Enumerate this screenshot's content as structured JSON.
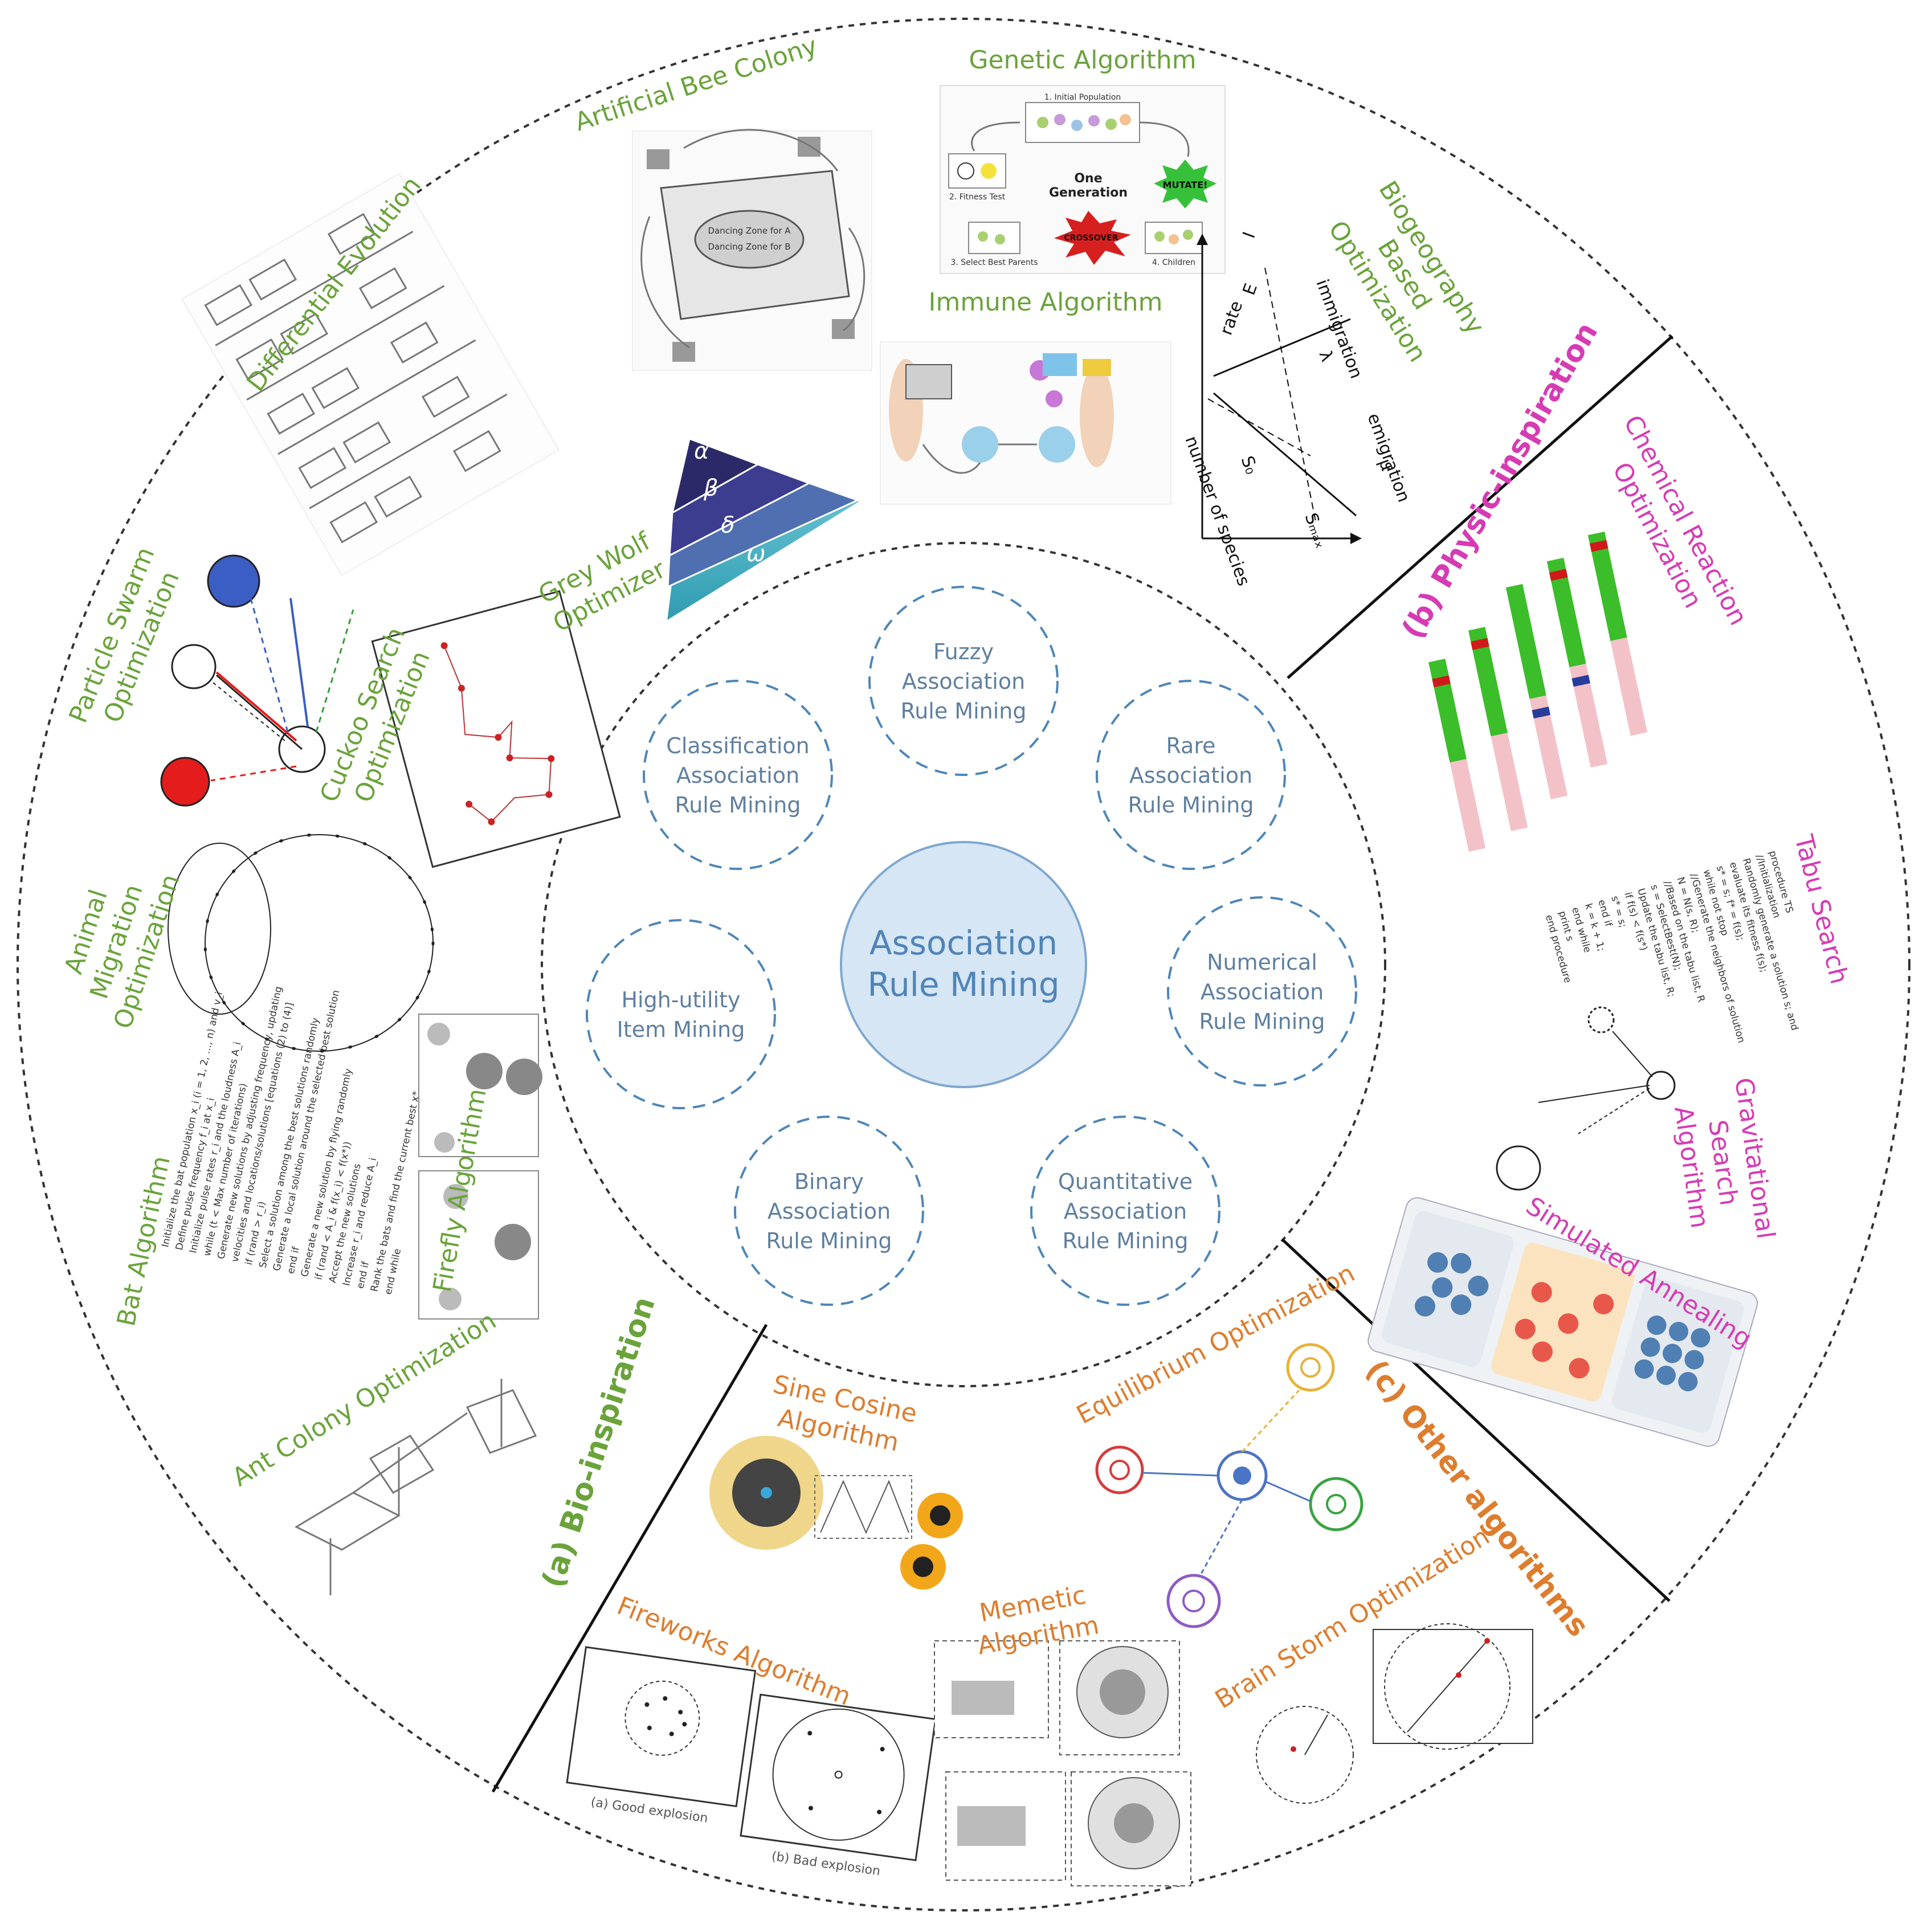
{
  "center": {
    "line1": "Association",
    "line2": "Rule Mining"
  },
  "types": [
    {
      "id": "fuzzy",
      "lines": [
        "Fuzzy",
        "Association",
        "Rule Mining"
      ]
    },
    {
      "id": "rare",
      "lines": [
        "Rare",
        "Association",
        "Rule Mining"
      ]
    },
    {
      "id": "numerical",
      "lines": [
        "Numerical",
        "Association",
        "Rule Mining"
      ]
    },
    {
      "id": "quantitative",
      "lines": [
        "Quantitative",
        "Association",
        "Rule Mining"
      ]
    },
    {
      "id": "binary",
      "lines": [
        "Binary",
        "Association",
        "Rule Mining"
      ]
    },
    {
      "id": "high-utility",
      "lines": [
        "High-utility",
        "Item Mining"
      ]
    },
    {
      "id": "classification",
      "lines": [
        "Classification",
        "Association",
        "Rule Mining"
      ]
    }
  ],
  "categories": {
    "bio": "(a) Bio-inspiration",
    "physic": "(b) Physic-inspiration",
    "other": "(c) Other algorithms"
  },
  "bio_algorithms": {
    "abc": "Artificial Bee Colony",
    "ga": "Genetic Algorithm",
    "immune": "Immune Algorithm",
    "bbo": [
      "Biogeography",
      "Based",
      "Optimization"
    ],
    "de": "Differential Evolution",
    "gwo": [
      "Grey Wolf",
      "Optimizer"
    ],
    "pso": [
      "Particle Swarm",
      "Optimization"
    ],
    "cuckoo": [
      "Cuckoo Search",
      "Optimization"
    ],
    "ami": [
      "Animal",
      "Migration",
      "Optimization"
    ],
    "bat": "Bat Algorithm",
    "firefly": "Firefly Algorithm",
    "aco": "Ant Colony Optimization"
  },
  "physic_algorithms": {
    "cro": [
      "Chemical Reaction",
      "Optimization"
    ],
    "tabu": "Tabu Search",
    "gsa": [
      "Gravitational",
      "Search",
      "Algorithm"
    ],
    "sa": "Simulated Annealing"
  },
  "other_algorithms": {
    "sca": [
      "Sine Cosine",
      "Algorithm"
    ],
    "eo": "Equilibrium Optimization",
    "fireworks": "Fireworks Algorithm",
    "memetic": [
      "Memetic",
      "Algorithm"
    ],
    "bso": "Brain Storm Optimization"
  },
  "figure_labels": {
    "ga_one_generation": [
      "One",
      "Generation"
    ],
    "ga_mutate": "MUTATE!",
    "ga_crossover": "CROSSOVER",
    "ga_initial": "1. Initial Population",
    "ga_fitness": "2. Fitness Test",
    "ga_select": "3. Select Best Parents",
    "ga_children": "4. Children",
    "gwo_levels": [
      "α",
      "β",
      "δ",
      "ω"
    ],
    "bbo_axes": {
      "y": "rate",
      "x": "number of species",
      "i": "I",
      "e": "E",
      "immigration": "immigration",
      "lambda": "λ",
      "emigration": "emigration",
      "mu": "μ",
      "s0": "S₀",
      "smax": "Sₘₐₓ"
    },
    "fireworks_good": "(a) Good explosion",
    "fireworks_bad": "(b) Bad explosion",
    "abc_zone_a": "Dancing Zone for A",
    "abc_zone_b": "Dancing Zone for B",
    "tabu_code": [
      "procedure TS",
      "//Initialization",
      "Randomly generate a solution s; and",
      "evaluate its fitness f(s);",
      "s* = s; f* = f(s);",
      "while not stop",
      "  //Generate the neighbors of solution",
      "  N = N(s, R);",
      "  //Based on the tabu list, R",
      "  s = SelectBest(N);",
      "  Update the tabu list, R;",
      "  if f(s) < f(s*)",
      "    s* = s;",
      "  end if",
      "  k = k + 1;",
      "end while",
      "print s",
      "end procedure"
    ],
    "bat_code": [
      "Initialize the bat population x_i (i = 1, 2, ..., n) and v_i",
      "Define pulse frequency f_i at x_i",
      "Initialize pulse rates r_i and the loudness A_i",
      "while (t < Max number of iterations)",
      "  Generate new solutions by adjusting frequency, updating",
      "  velocities and locations/solutions [equations (2) to (4)]",
      "  if (rand > r_i)",
      "    Select a solution among the best solutions randomly",
      "    Generate a local solution around the selected best solution",
      "  end if",
      "  Generate a new solution by flying randomly",
      "  if (rand < A_i & f(x_i) < f(x*))",
      "    Accept the new solutions",
      "    Increase r_i and reduce A_i",
      "  end if",
      "  Rank the bats and find the current best x*",
      "end while"
    ]
  }
}
